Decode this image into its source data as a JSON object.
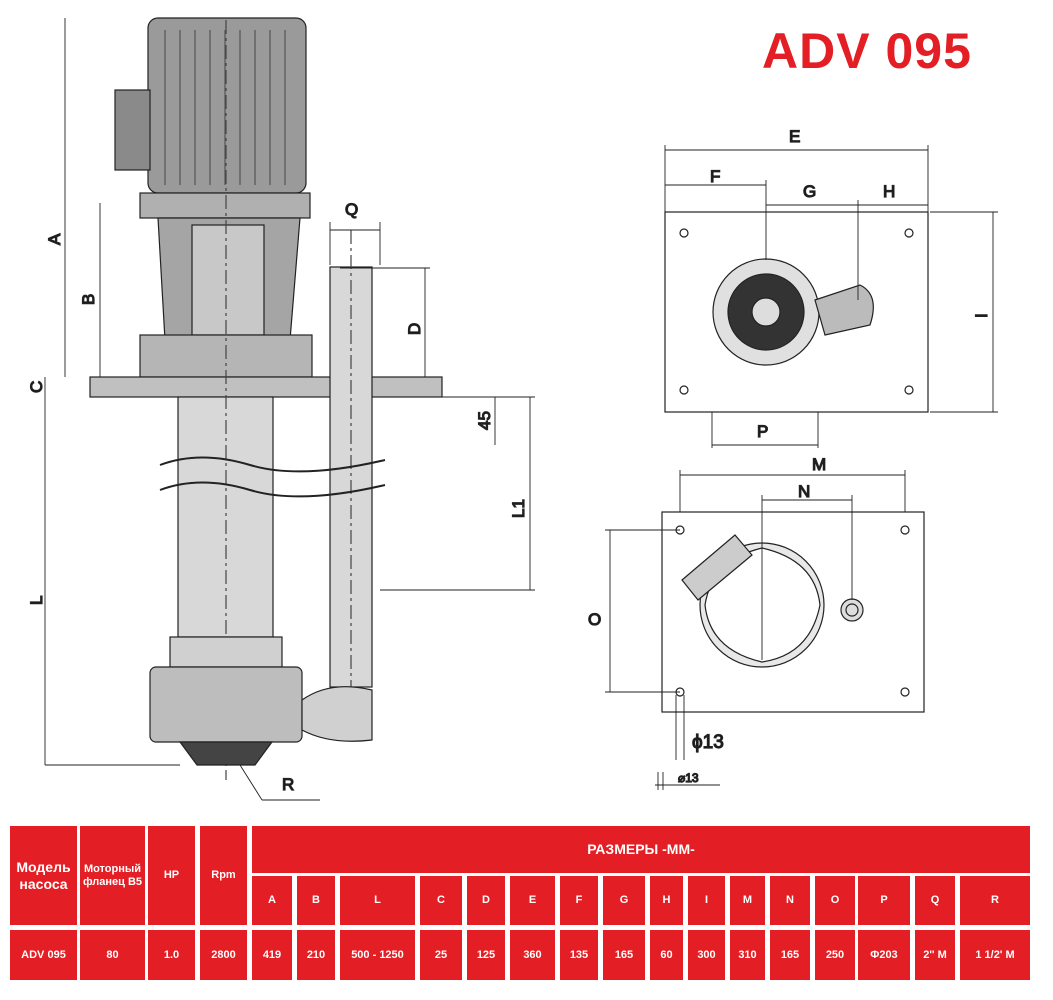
{
  "title": "ADV 095",
  "dimension_labels": {
    "A": "A",
    "B": "B",
    "C": "C",
    "D": "D",
    "Q": "Q",
    "L": "L",
    "L1": "L1",
    "d45": "45",
    "R": "R",
    "E": "E",
    "F": "F",
    "G": "G",
    "H": "H",
    "I": "I",
    "P": "P",
    "M": "M",
    "N": "N",
    "O": "O",
    "phi13_large": "ϕ13",
    "phi13_small": "⌀13"
  },
  "table": {
    "model_header": "Модель насоса",
    "flange_header": "Моторный фланец B5",
    "hp_header": "HP",
    "rpm_header": "Rpm",
    "dims_header": "РАЗМЕРЫ -MM-",
    "dim_columns": [
      "A",
      "B",
      "L",
      "C",
      "D",
      "E",
      "F",
      "G",
      "H",
      "I",
      "M",
      "N",
      "O",
      "P",
      "Q",
      "R"
    ],
    "row": {
      "model": "ADV 095",
      "flange": "80",
      "hp": "1.0",
      "rpm": "2800",
      "dims": [
        "419",
        "210",
        "500 - 1250",
        "25",
        "125",
        "360",
        "135",
        "165",
        "60",
        "300",
        "310",
        "165",
        "250",
        "Φ203",
        "2'' M",
        "1 1/2' M"
      ]
    }
  },
  "colors": {
    "accent": "#e31e24"
  }
}
